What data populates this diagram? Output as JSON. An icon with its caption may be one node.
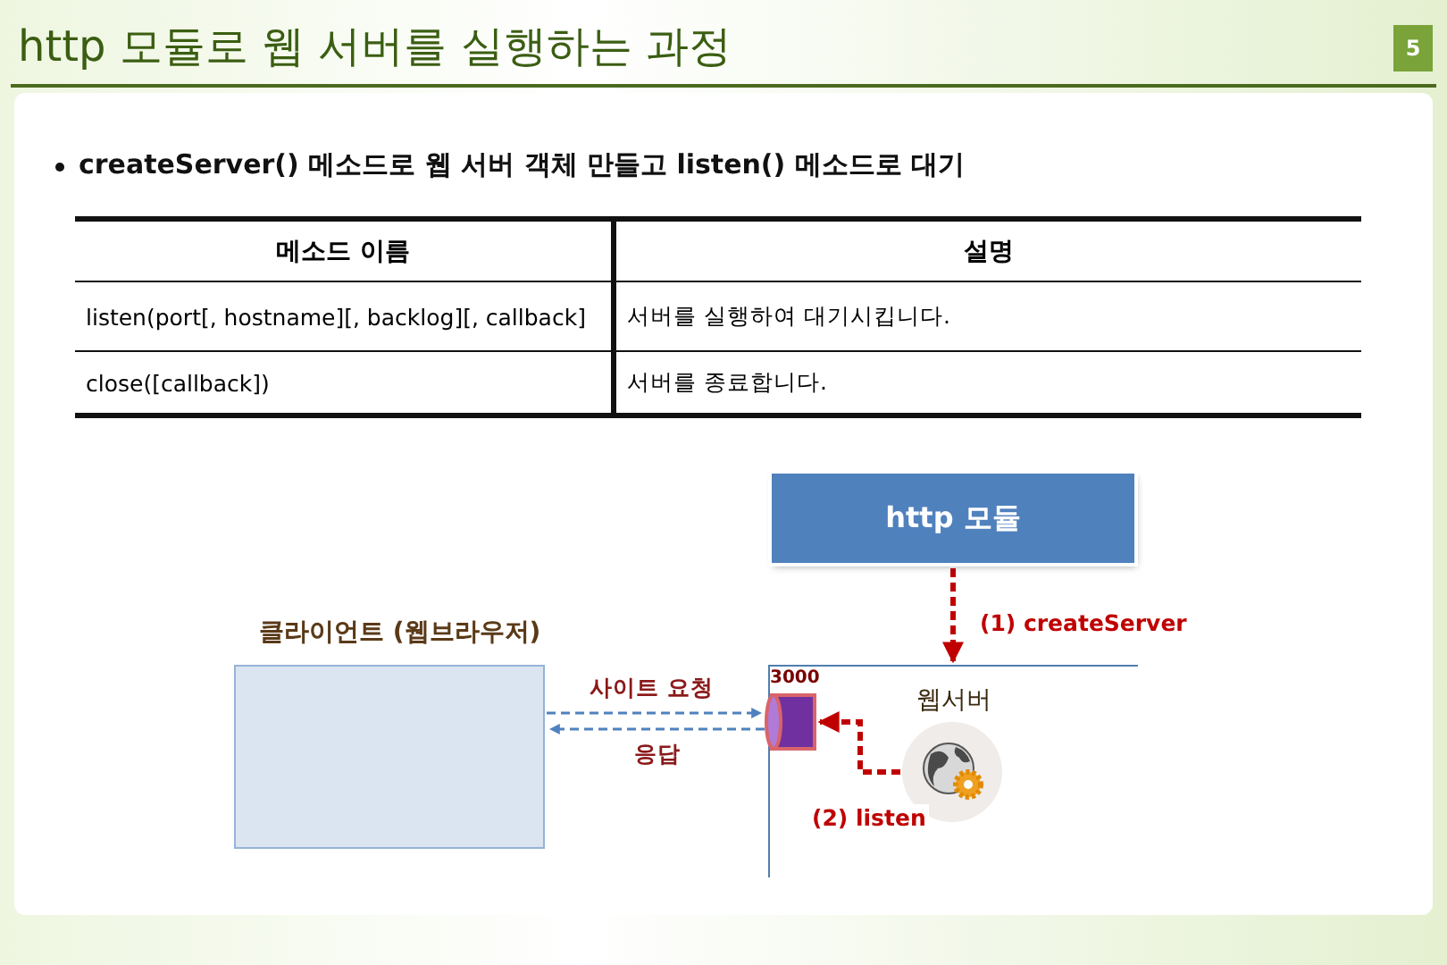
{
  "diagram": {
    "title": "http 모듈로 웹 서버를 실행하는 과정",
    "nodes": [
      {
        "text": [
          "http 모듈"
        ]
      },
      {
        "text": [
          "클라이언트 (웹브라우저)"
        ]
      },
      {
        "text": [
          "웹서버"
        ]
      },
      {
        "text": [
          "3000"
        ],
        "in": 2
      },
      {
        "text": [],
        "shape": "circle",
        "in": 2
      }
    ],
    "edges": [
      {
        "from": 0,
        "to": 2,
        "arrow": "to",
        "label": "(1) createServer",
        "style": "dashed",
        "color": "#c00000"
      },
      {
        "from": 4,
        "to": 3,
        "arrow": "to",
        "label": "(2) listen",
        "style": "dashed",
        "color": "#c00000"
      },
      {
        "from": 1,
        "to": 3,
        "arrow": "to",
        "label": "사이트 요청",
        "style": "dashed",
        "color": "#4f81bd"
      },
      {
        "from": 3,
        "to": 1,
        "arrow": "to",
        "label": "응답",
        "style": "dashed",
        "color": "#4f81bd"
      }
    ],
    "labels": [
      "5",
      "createServer() 메소드로 웹 서버 객체 만들고 listen() 메소드로 대기",
      "메소드 이름",
      "설명",
      "listen(port[, hostname][, backlog][, callback]",
      "서버를 실행하여 대기시킵니다.",
      "close([callback])",
      "서버를 종료합니다."
    ]
  }
}
